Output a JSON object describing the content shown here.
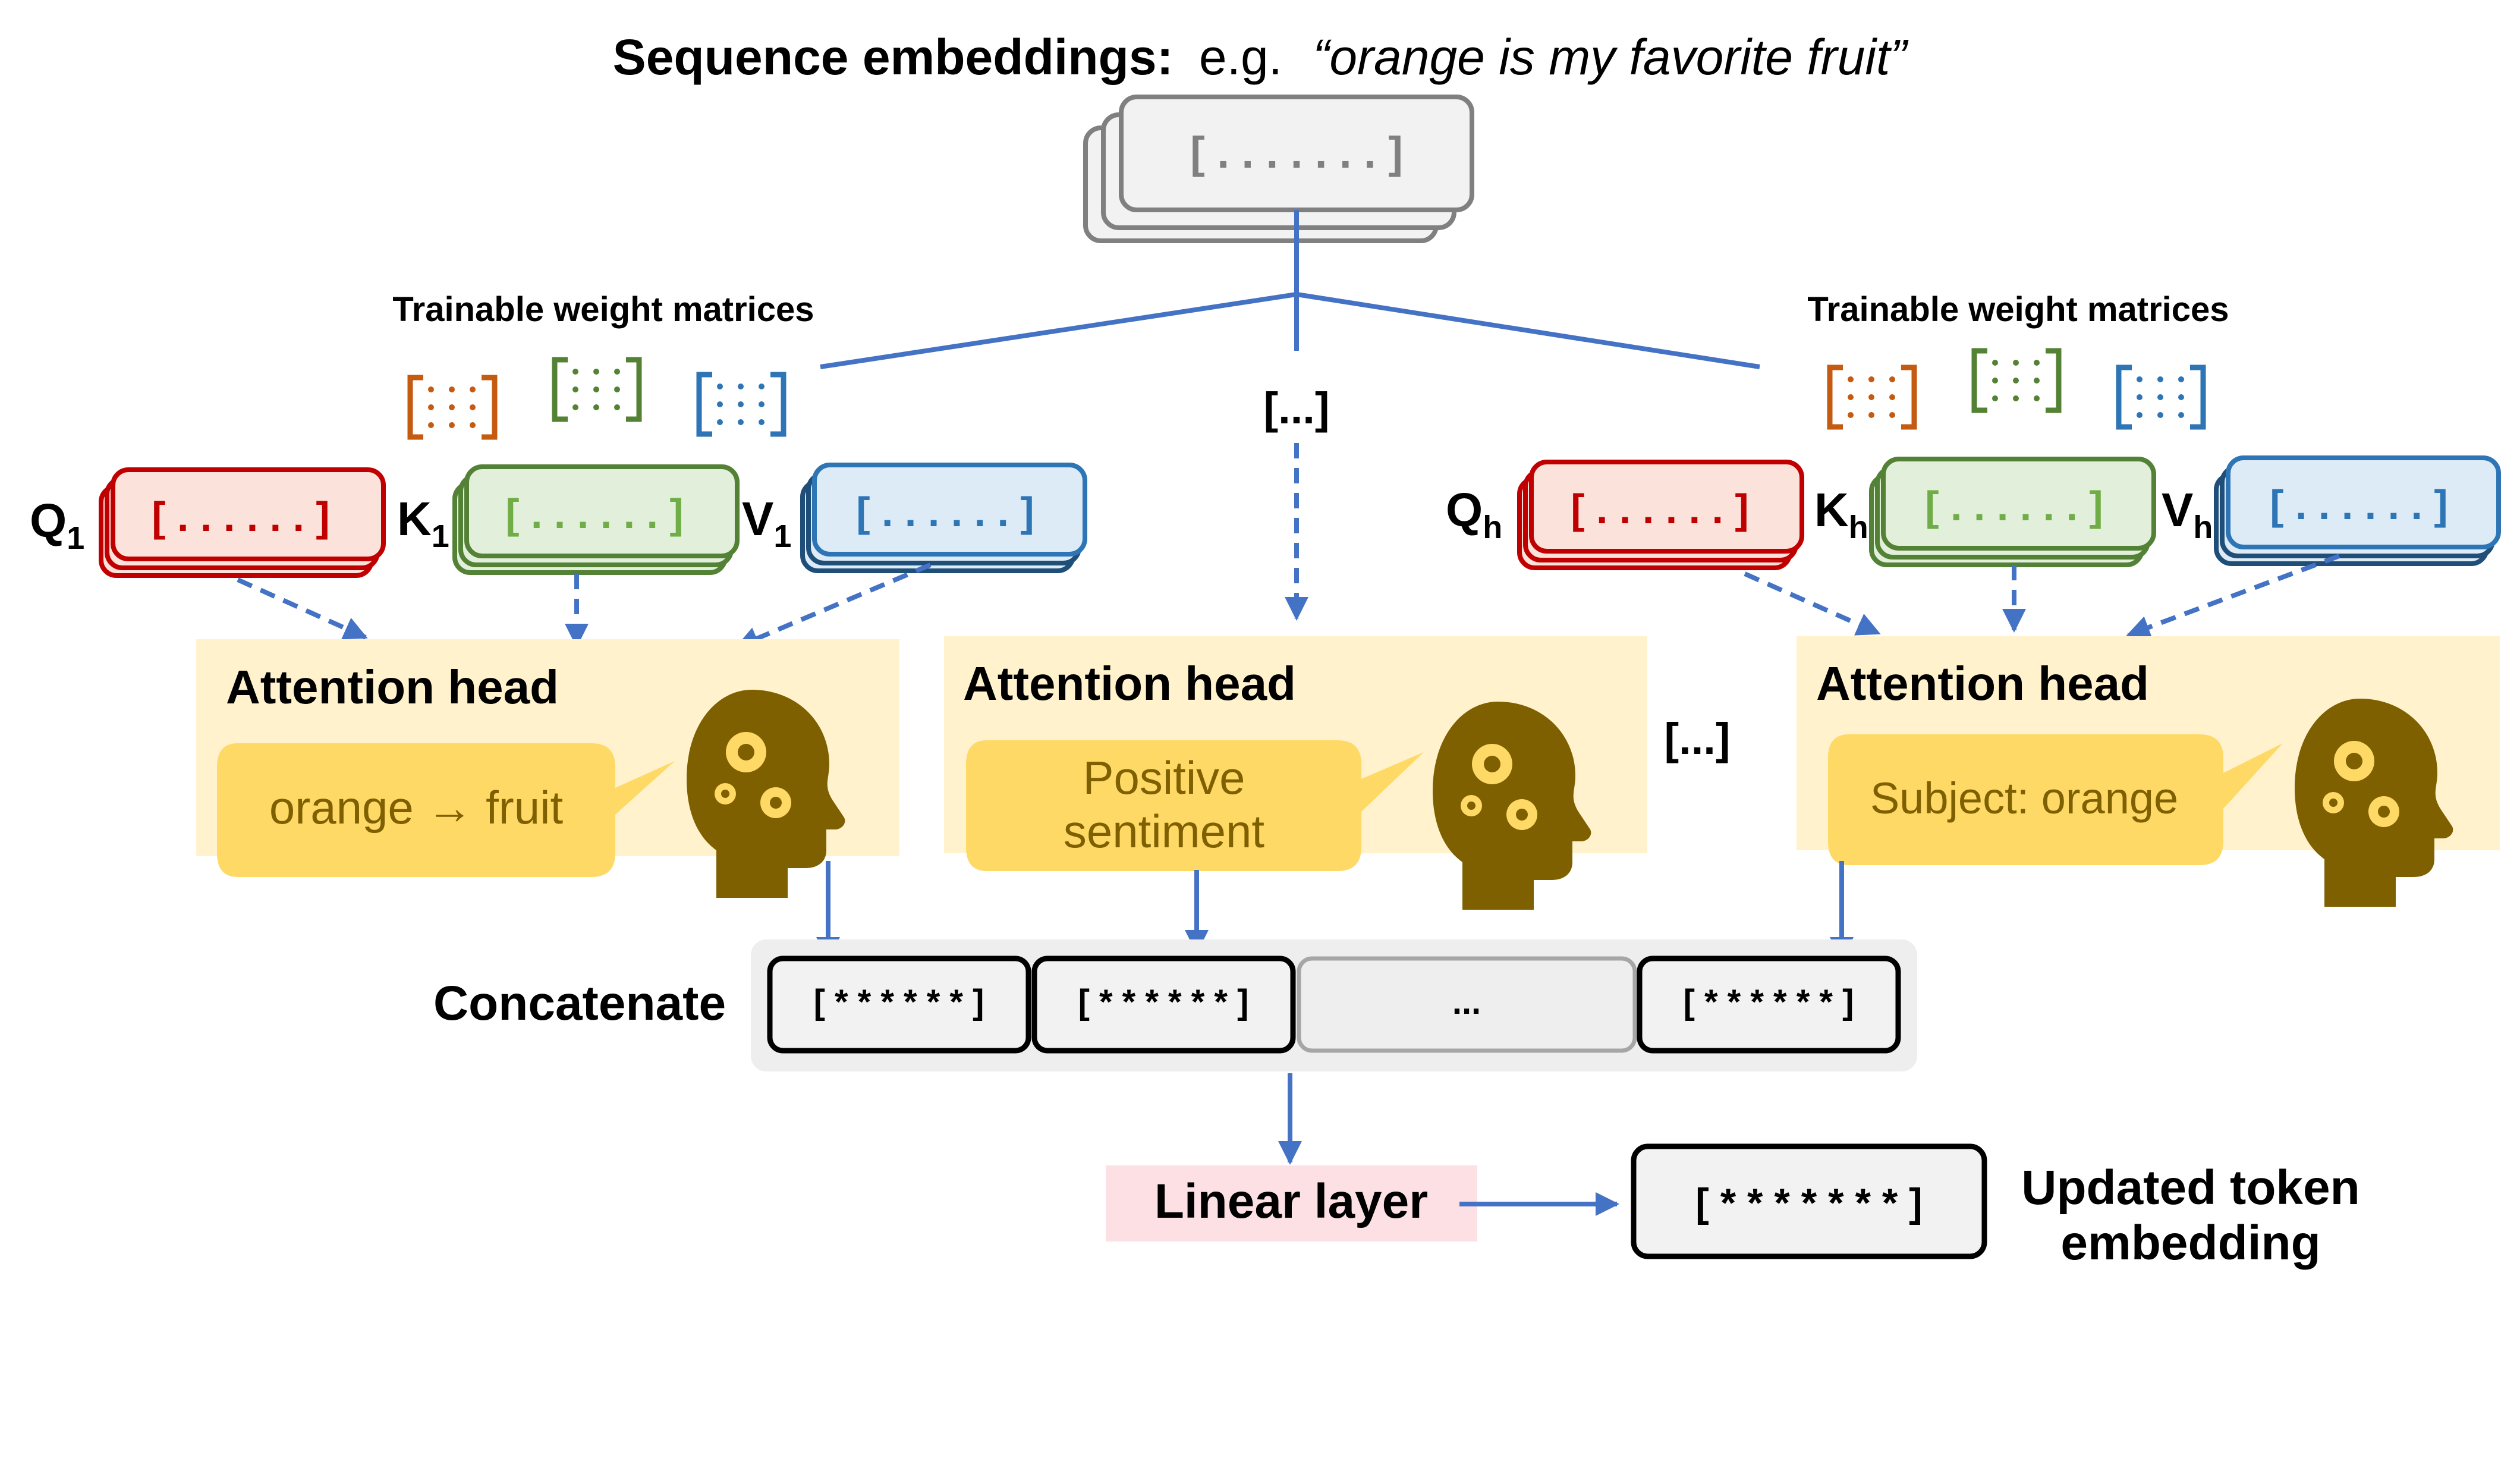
{
  "title": {
    "bold": "Sequence embeddings:",
    "prefix": "e.g.",
    "example": "“orange is my favorite fruit”"
  },
  "input_embedding": {
    "text": "[ . . . . . . . ]"
  },
  "weights": {
    "left_label": "Trainable weight matrices",
    "right_label": "Trainable weight matrices"
  },
  "middle_ellipsis": "[...]",
  "heads_ellipsis": "[...]",
  "qkv": {
    "q1": {
      "letter": "Q",
      "sub": "1",
      "text": "[ . . . . . . ]"
    },
    "k1": {
      "letter": "K",
      "sub": "1",
      "text": "[ . . . . . . ]"
    },
    "v1": {
      "letter": "V",
      "sub": "1",
      "text": "[ . . . . . . ]"
    },
    "qh": {
      "letter": "Q",
      "sub": "h",
      "text": "[ . . . . . . ]"
    },
    "kh": {
      "letter": "K",
      "sub": "h",
      "text": "[ . . . . . . ]"
    },
    "vh": {
      "letter": "V",
      "sub": "h",
      "text": "[ . . . . . . ]"
    }
  },
  "heads": [
    {
      "title": "Attention head",
      "bubble": [
        "orange → fruit"
      ]
    },
    {
      "title": "Attention head",
      "bubble": [
        "Positive",
        "sentiment"
      ]
    },
    {
      "title": "Attention head",
      "bubble": [
        "Subject: orange"
      ]
    }
  ],
  "concat": {
    "label": "Concatenate",
    "cells": [
      "[ * * * * * * ]",
      "[ * * * * * * ]",
      "...",
      "[ * * * * * * ]"
    ]
  },
  "linear": {
    "label": "Linear layer"
  },
  "output": {
    "text": "[ * * * * * * * ]",
    "label_line1": "Updated token",
    "label_line2": "embedding"
  },
  "colors": {
    "arrow": "#4472c4",
    "q_stroke": "#c00000",
    "q_fill": "#fbe3dc",
    "k_stroke": "#538135",
    "k_fill": "#e2efda",
    "v_stroke": "#1f4e79",
    "v_fill": "#ddebf7",
    "matrix_orange": "#c55a11",
    "matrix_green": "#548235",
    "matrix_blue": "#2e75b6",
    "head_bg": "#fff2cc",
    "bubble": "#ffd966",
    "bubble_text": "#7f6000",
    "head_icon": "#7f6000",
    "linear_bg": "#fde0e4",
    "cell_fill": "#f2f2f2",
    "concat_bg": "#eeeeee"
  }
}
